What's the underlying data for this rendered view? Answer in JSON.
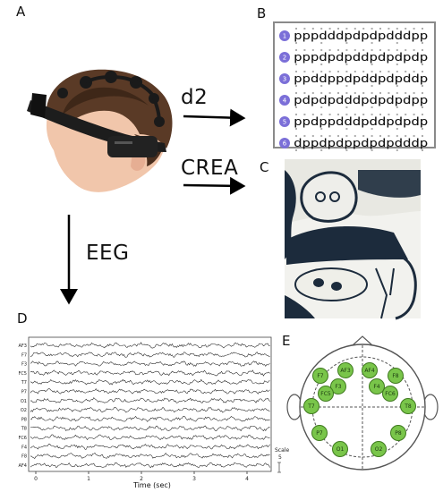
{
  "panels": {
    "a": "A",
    "b": "B",
    "c": "C",
    "d": "D",
    "e": "E"
  },
  "arrows": {
    "d2": "d2",
    "crea": "CREA",
    "eeg": "EEG"
  },
  "d2_test": {
    "rows": [
      {
        "number": "1",
        "letters": "pppdddpdpdpdddpp"
      },
      {
        "number": "2",
        "letters": "pppdpdpddpdpdpdp"
      },
      {
        "number": "3",
        "letters": "ppddppdpddpdpddp"
      },
      {
        "number": "4",
        "letters": "pdpdpdddpdpdpdpp"
      },
      {
        "number": "5",
        "letters": "ppdppdddpddpdpdp"
      },
      {
        "number": "6",
        "letters": "dppdpdppdpdpdddp"
      }
    ],
    "circle_color": "#7b6fd8",
    "border_color": "#8a8a8a"
  },
  "eeg": {
    "channels": [
      "AF3",
      "F7",
      "F3",
      "FC5",
      "T7",
      "P7",
      "O1",
      "O2",
      "P8",
      "T8",
      "FC6",
      "F4",
      "F8",
      "AF4"
    ],
    "xlabel": "Time (sec)",
    "ticks": [
      "0",
      "1",
      "2",
      "3",
      "4"
    ],
    "scale_label": "Scale",
    "scale_value": "5"
  },
  "electrodes": {
    "fill": "#79c54a",
    "stroke": "#3f7a1f",
    "items": [
      {
        "label": "AF3"
      },
      {
        "label": "AF4"
      },
      {
        "label": "F7"
      },
      {
        "label": "F3"
      },
      {
        "label": "F4"
      },
      {
        "label": "F8"
      },
      {
        "label": "FC5"
      },
      {
        "label": "FC6"
      },
      {
        "label": "T7"
      },
      {
        "label": "T8"
      },
      {
        "label": "P7"
      },
      {
        "label": "P8"
      },
      {
        "label": "O1"
      },
      {
        "label": "O2"
      }
    ]
  }
}
